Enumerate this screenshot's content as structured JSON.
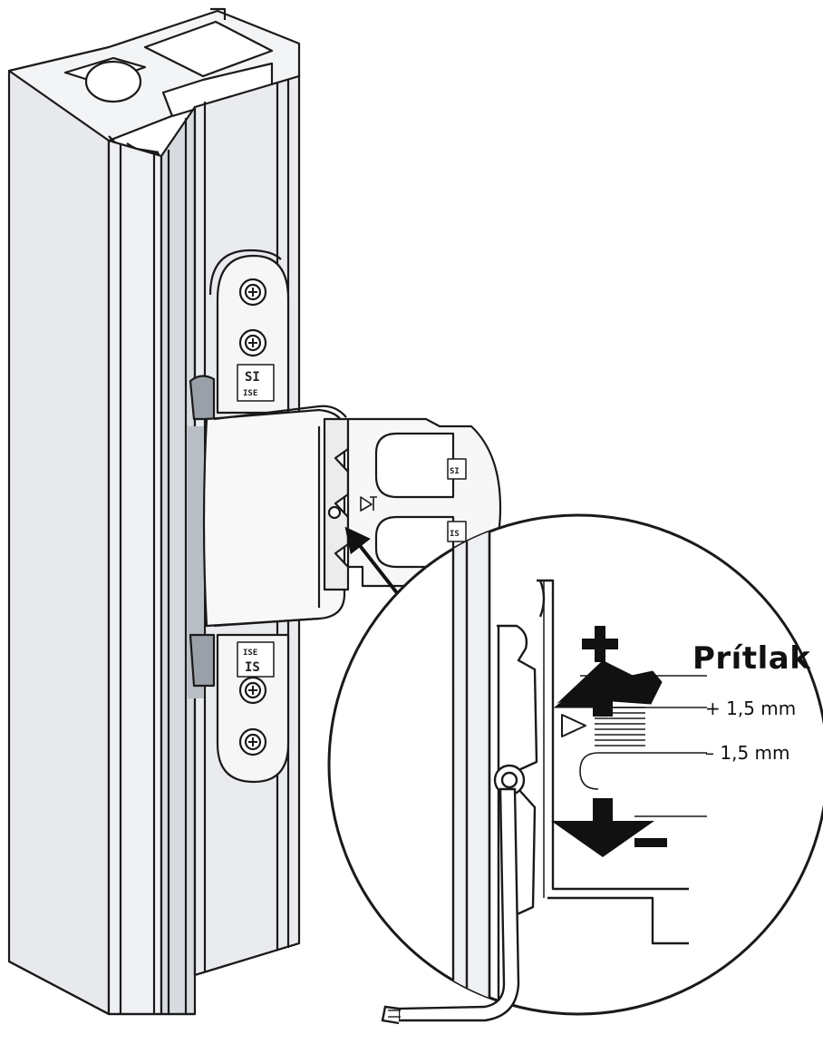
{
  "label": {
    "title": "Prítlak",
    "plus_value": "+ 1,5 mm",
    "minus_value": "– 1,5 mm"
  },
  "markings": {
    "upper_plate_top": "SI",
    "upper_plate_bottom": "ISE",
    "lower_plate_top": "ISE",
    "lower_plate_bottom": "IS",
    "block_upper": "SI",
    "block_lower": "IS"
  },
  "icons": [
    "plus-sign-icon",
    "minus-sign-icon",
    "adjust-up-arrow-icon",
    "adjust-down-arrow-icon",
    "allen-key-icon",
    "pointer-arrow-icon"
  ],
  "colors": {
    "line": "#1a1a1a",
    "profile_fill": "#e6e9ee",
    "profile_shade": "#d3d7dd",
    "hinge_fill": "#f4f4f4",
    "gap_fill": "#c8ccd2"
  }
}
